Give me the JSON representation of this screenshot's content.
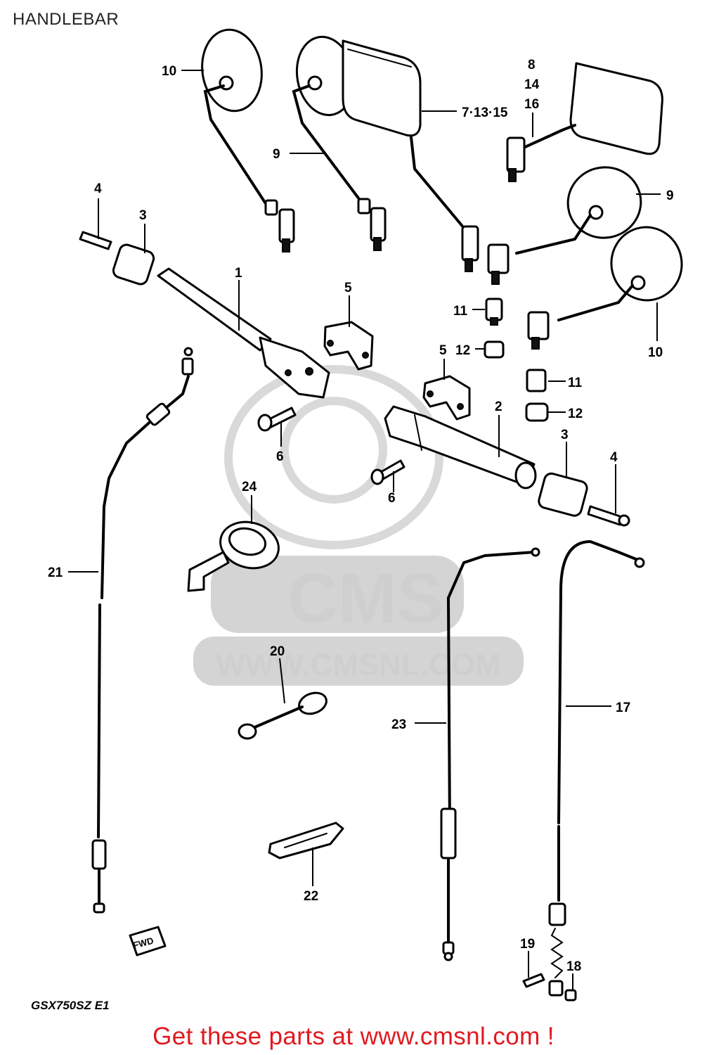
{
  "header": {
    "title": "HANDLEBAR"
  },
  "watermark": {
    "brand": "CMS",
    "url": "WWW.CMSNL.COM"
  },
  "model_code": "GSX750SZ E1",
  "fwd_mark": "FWD",
  "footer": {
    "text": "Get these parts at www.cmsnl.com !"
  },
  "callouts": {
    "c10a": "10",
    "c9a": "9",
    "c7_13_15": "7·13·15",
    "c8": "8",
    "c14": "14",
    "c16": "16",
    "c4a": "4",
    "c3a": "3",
    "c1": "1",
    "c5a": "5",
    "c9b": "9",
    "c11a": "11",
    "c12a": "12",
    "c10b": "10",
    "c5b": "5",
    "c11b": "11",
    "c12b": "12",
    "c2": "2",
    "c6a": "6",
    "c6b": "6",
    "c3b": "3",
    "c4b": "4",
    "c24": "24",
    "c21": "21",
    "c20": "20",
    "c23": "23",
    "c17": "17",
    "c22": "22",
    "c19": "19",
    "c18": "18"
  },
  "colors": {
    "footer": "#e0191f",
    "watermark": "#d4d4d4"
  }
}
